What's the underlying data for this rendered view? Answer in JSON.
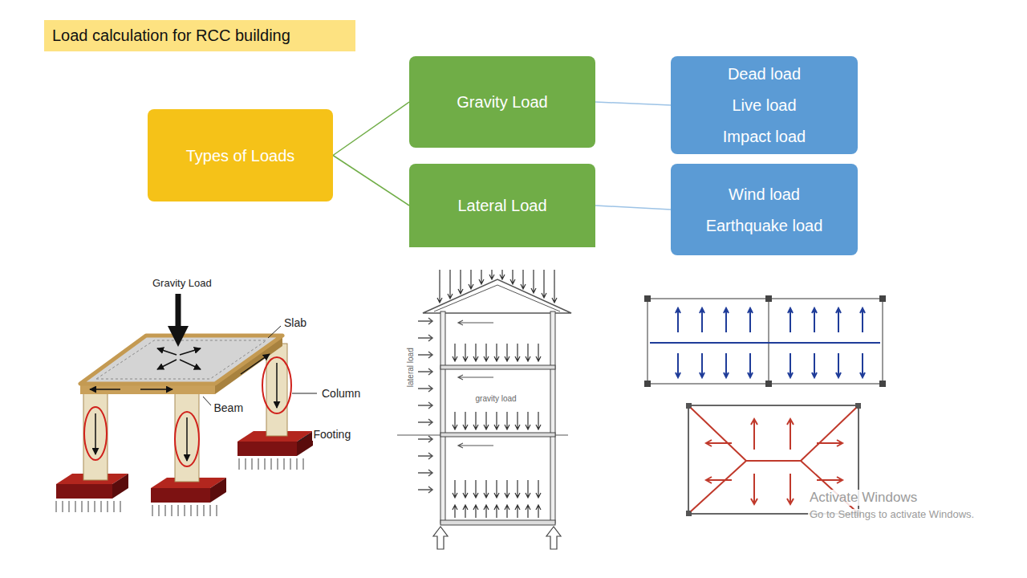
{
  "diagram": {
    "title": "Load calculation for RCC building",
    "nodes": [
      {
        "text": [
          "Types of Loads"
        ]
      },
      {
        "text": [
          "Gravity Load"
        ]
      },
      {
        "text": [
          "Dead load",
          "Live load",
          "Impact load"
        ]
      },
      {
        "text": [
          "Lateral Load"
        ]
      },
      {
        "text": [
          "Wind load",
          "Earthquake load"
        ]
      }
    ],
    "edges": [
      {
        "from": 0,
        "to": 1,
        "arrow": "none"
      },
      {
        "from": 0,
        "to": 3,
        "arrow": "none"
      },
      {
        "from": 1,
        "to": 2,
        "arrow": "none"
      },
      {
        "from": 3,
        "to": 4,
        "arrow": "none"
      }
    ],
    "labels": [
      "Gravity Load",
      "Slab",
      "Column",
      "Beam",
      "Footing",
      "lateral load",
      "gravity load",
      "Activate Windows",
      "Go to Settings to activate Windows."
    ]
  }
}
